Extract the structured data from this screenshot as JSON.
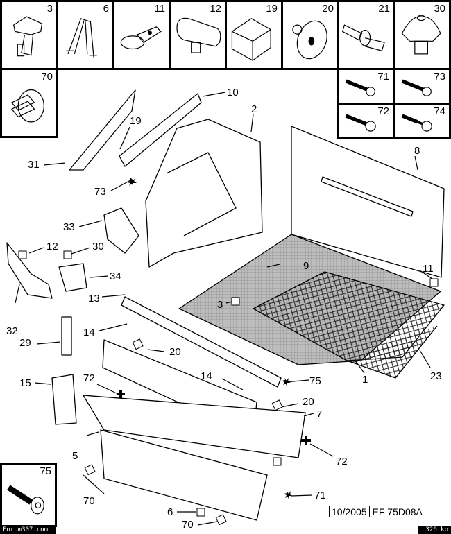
{
  "parts_grid": {
    "top_row": [
      {
        "ref": "3",
        "icon": "clip-icon"
      },
      {
        "ref": "6",
        "icon": "spring-clip-icon"
      },
      {
        "ref": "11",
        "icon": "lashing-ring-icon"
      },
      {
        "ref": "12",
        "icon": "push-button-icon"
      },
      {
        "ref": "19",
        "icon": "block-clip-icon"
      },
      {
        "ref": "20",
        "icon": "washer-rivet-icon"
      },
      {
        "ref": "21",
        "icon": "pin-fastener-icon"
      },
      {
        "ref": "30",
        "icon": "cone-clip-icon"
      }
    ],
    "left_box": {
      "ref": "70",
      "icon": "expanding-clip-icon"
    },
    "screws": [
      {
        "ref": "71",
        "icon": "screw-icon"
      },
      {
        "ref": "73",
        "icon": "screw-icon"
      },
      {
        "ref": "72",
        "icon": "screw-icon"
      },
      {
        "ref": "74",
        "icon": "screw-icon"
      }
    ],
    "bottom_box": {
      "ref": "75",
      "icon": "screw-icon"
    }
  },
  "callouts": {
    "c10": "10",
    "c2": "2",
    "c19": "19",
    "c31": "31",
    "c73": "73",
    "c8": "8",
    "c33": "33",
    "c12": "12",
    "c30": "30",
    "c34": "34",
    "c9": "9",
    "c11": "11",
    "c13": "13",
    "c3": "3",
    "c32": "32",
    "c14a": "14",
    "c29": "29",
    "c20a": "20",
    "c23": "23",
    "c1": "1",
    "c15": "15",
    "c72a": "72",
    "c14b": "14",
    "c75": "75",
    "c20b": "20",
    "c7": "7",
    "c5": "5",
    "c72b": "72",
    "c70a": "70",
    "c71": "71",
    "c6": "6",
    "c70b": "70"
  },
  "reference": {
    "date": "10/2005",
    "code": "EF 75D08A"
  },
  "footer": {
    "site": "Forum307.com",
    "size": "326 ko"
  }
}
